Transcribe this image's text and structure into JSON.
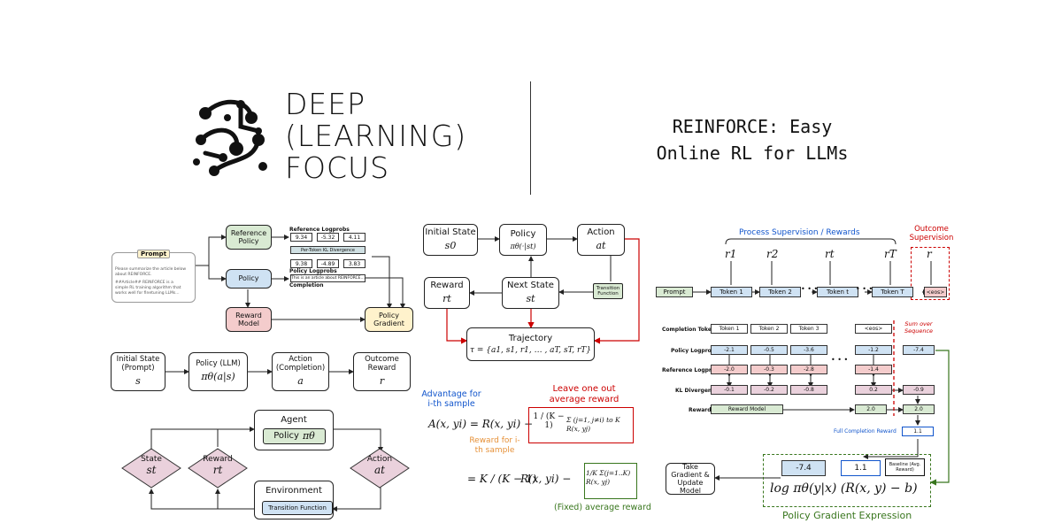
{
  "header": {
    "brand_lines": [
      "DEEP",
      "(LEARNING)",
      "FOCUS"
    ],
    "title_lines": [
      "REINFORCE: Easy",
      "Online RL for LLMs"
    ]
  },
  "rlhf": {
    "prompt_title": "Prompt",
    "prompt_text": [
      "Please summarize the article below",
      "about REINFORCE.",
      "",
      "##Article## REINFORCE is a",
      "simple RL training algorithm that",
      "works well for finetuning LLMs..."
    ],
    "reference_policy": "Reference Policy",
    "policy": "Policy",
    "reward_model": "Reward Model",
    "policy_gradient": "Policy Gradient",
    "ref_logprobs_label": "Reference Logprobs",
    "ref_logprobs": [
      "9.34",
      "-5.32",
      "4.11"
    ],
    "kl_label": "Per-Token KL Divergence",
    "policy_logprobs": [
      "9.38",
      "-4.89",
      "3.83"
    ],
    "policy_logprobs_label": "Policy Logprobs",
    "completion_text": "This is an article about REINFORCE...",
    "completion_label": "Completion"
  },
  "mdp": {
    "initial_state": "Initial State",
    "initial_state_sym": "s0",
    "policy": "Policy",
    "policy_sym": "πθ(·|st)",
    "action": "Action",
    "action_sym": "at",
    "reward": "Reward",
    "reward_sym": "rt",
    "next_state": "Next State",
    "next_state_sym": "st",
    "transition": "Transition Function",
    "trajectory": "Trajectory",
    "trajectory_sym": "τ = {a1, s1, r1, … , aT, sT, rT}"
  },
  "bandit": {
    "boxes": [
      {
        "label": "Initial State (Prompt)",
        "sym": "s"
      },
      {
        "label": "Policy (LLM)",
        "sym": "πθ(a|s)"
      },
      {
        "label": "Action (Completion)",
        "sym": "a"
      },
      {
        "label": "Outcome Reward",
        "sym": "r"
      }
    ]
  },
  "agent_loop": {
    "agent": "Agent",
    "policy": "Policy",
    "policy_sym": "πθ",
    "environment": "Environment",
    "transition": "Transition Function",
    "state": "State",
    "state_sym": "st",
    "reward": "Reward",
    "reward_sym": "rt",
    "action": "Action",
    "action_sym": "at"
  },
  "rloo": {
    "advantage_label": "Advantage for i-th sample",
    "loo_label": "Leave one out average reward",
    "reward_label": "Reward for i-th sample",
    "fixed_label": "(Fixed) average reward",
    "eq1_lhs": "A(x, yi) = R(x, yi) −",
    "eq1_frac": "1 / (K − 1)",
    "eq1_sum": "Σ (j=1, j≠i) to K  R(x, yj)",
    "eq2_lhs": "= K / (K − 1)",
    "eq2_mid": "R(x, yi) −",
    "eq2_box": "1/K Σ(j=1..K) R(x, yj)"
  },
  "supervision": {
    "process_label": "Process Supervision / Rewards",
    "outcome_label": "Outcome Supervision",
    "rewards": [
      "r1",
      "r2",
      "rt",
      "rT"
    ],
    "outcome_reward": "r",
    "prompt": "Prompt",
    "tokens": [
      "Token 1",
      "Token 2",
      "Token t",
      "Token T"
    ],
    "eos": "<eos>",
    "dots": "• • •"
  },
  "kl_table": {
    "row_labels": [
      "Completion Tokens",
      "Policy Logprobs",
      "Reference Logprobs",
      "KL Divergence",
      "Reward"
    ],
    "tokens": [
      "Token 1",
      "Token 2",
      "Token 3",
      "<eos>"
    ],
    "policy_logprobs": [
      "-2.1",
      "-0.5",
      "-3.6",
      "-1.2"
    ],
    "ref_logprobs": [
      "-2.0",
      "-0.3",
      "-2.8",
      "-1.4"
    ],
    "kl": [
      "-0.1",
      "-0.2",
      "-0.8",
      "0.2"
    ],
    "reward_model": "Reward Model",
    "reward_value": "2.0",
    "sum_label": "Sum over Sequence",
    "sum_logprob": "-7.4",
    "sum_kl": "-0.9",
    "sum_reward": "2.0",
    "full_reward_label": "Full Completion Reward",
    "full_reward": "1.1"
  },
  "pg": {
    "take_gradient": "Take Gradient & Update Model",
    "logprob_val": "-7.4",
    "reward_val": "1.1",
    "baseline": "Baseline (Avg. Reward)",
    "expr": "log πθ(y|x) (R(x, y) − b)",
    "label": "Policy Gradient Expression"
  },
  "colors": {
    "green": "#d9ead3",
    "blue": "#cfe2f3",
    "red": "#f4cccc",
    "yellow": "#fff2cc",
    "arrow_red": "#cc0000",
    "arrow_green": "#38761d",
    "text_blue": "#1155cc",
    "text_orange": "#e69138"
  }
}
